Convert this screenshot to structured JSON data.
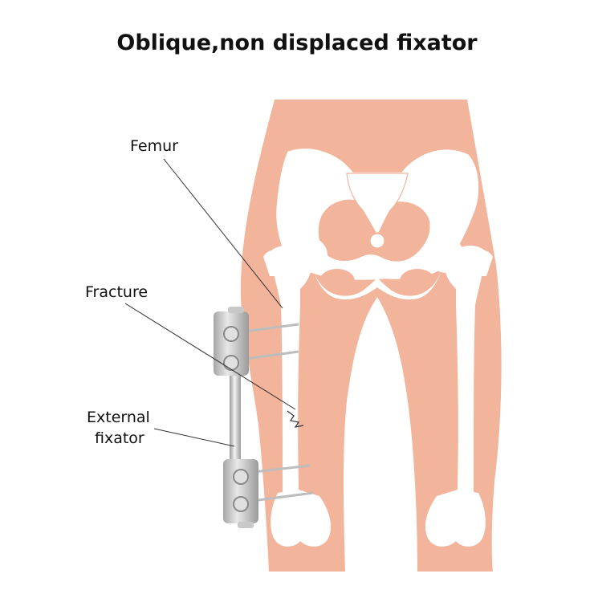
{
  "title": "Oblique,non displaced fixator",
  "labels": {
    "femur": "Femur",
    "fracture": "Fracture",
    "external_fixator_line1": "External",
    "external_fixator_line2": "fixator"
  },
  "colors": {
    "skin": "#F2B49A",
    "bone": "#FFFFFF",
    "leader_line": "#333333",
    "fixator_light": "#E6E6E6",
    "fixator_dark": "#9A9A9A",
    "pin": "#BDBDBD"
  }
}
